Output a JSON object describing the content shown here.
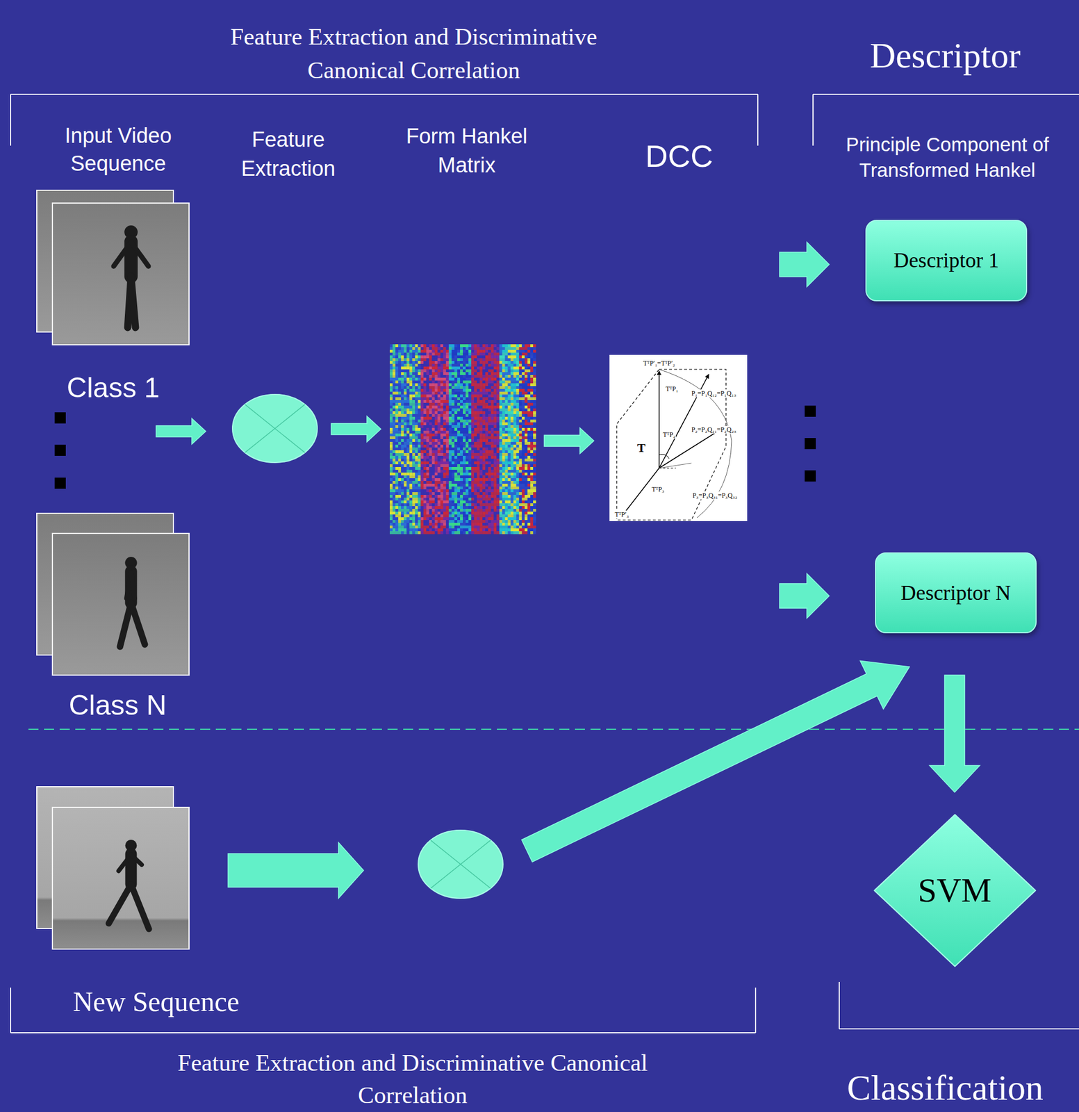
{
  "diagram": {
    "nodes": [
      {
        "text": [
          "Descriptor 1"
        ]
      },
      {
        "text": [
          "Descriptor N"
        ]
      },
      {
        "text": [
          "SVM"
        ]
      }
    ],
    "edges": [
      {
        "from": 1,
        "to": 2,
        "arrow": "to"
      }
    ],
    "labels": [
      "Feature Extraction and Discriminative Canonical Correlation",
      "Descriptor",
      "Input Video Sequence",
      "Feature Extraction",
      "Form Hankel Matrix",
      "DCC",
      "Principle Component of Transformed Hankel",
      "Class 1",
      "Class N",
      "TᵀP′₁=TᵀP′₂",
      "TᵀP₁",
      "P₁=P₁Q₁₂=P₁Q₁₃",
      "TᵀP₂",
      "P₂=P₂Q₂₁=P₂Q₂₃",
      "T",
      "TᵀP₃",
      "P₃=P₃Q₃₁=P₃Q₃₂",
      "TᵀP′₃",
      "New Sequence",
      "Feature Extraction and Discriminative Canonical Correlation",
      "Classification"
    ]
  }
}
